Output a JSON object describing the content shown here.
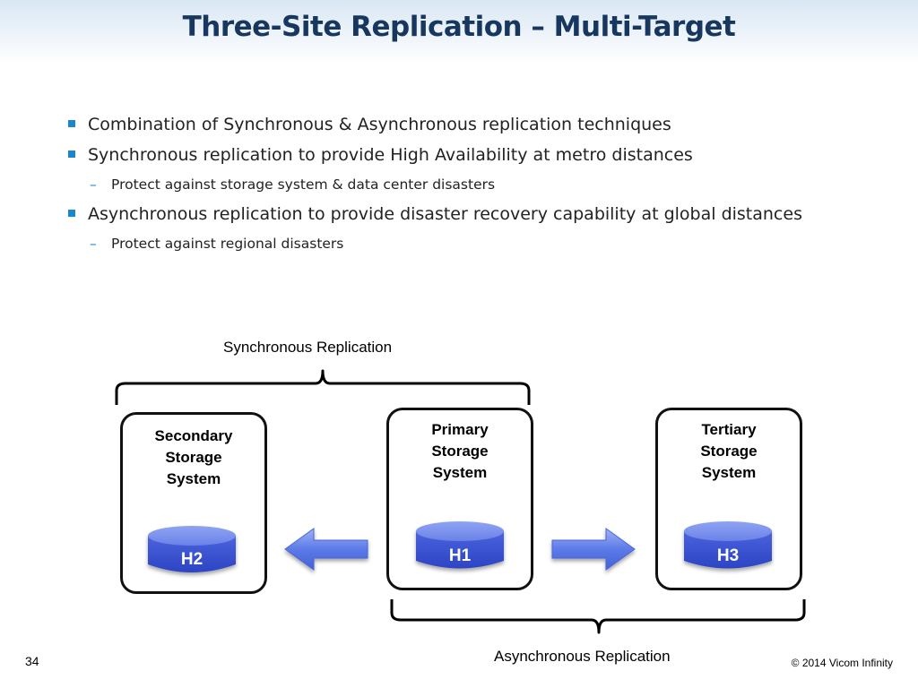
{
  "slide": {
    "title": "Three-Site Replication – Multi-Target",
    "page_number": "34",
    "copyright": "© 2014 Vicom Infinity"
  },
  "bullets": [
    {
      "level": 1,
      "text": "Combination of Synchronous & Asynchronous replication techniques"
    },
    {
      "level": 1,
      "text": "Synchronous replication to provide High Availability at metro distances"
    },
    {
      "level": 2,
      "text": "Protect against storage system & data center disasters"
    },
    {
      "level": 1,
      "text": "Asynchronous replication to provide disaster recovery capability at global distances"
    },
    {
      "level": 2,
      "text": "Protect against regional disasters"
    }
  ],
  "diagram": {
    "sync_label": "Synchronous Replication",
    "async_label": "Asynchronous Replication",
    "systems": {
      "secondary": {
        "label": "Secondary\nStorage\nSystem",
        "disk": "H2"
      },
      "primary": {
        "label": "Primary\nStorage\nSystem",
        "disk": "H1"
      },
      "tertiary": {
        "label": "Tertiary\nStorage\nSystem",
        "disk": "H3"
      }
    },
    "colors": {
      "title": "#17375e",
      "bullet": "#1a86c8",
      "disk_top": "#6f86ea",
      "disk_body": "#3d56d6",
      "arrow": "#5c7be8"
    }
  }
}
